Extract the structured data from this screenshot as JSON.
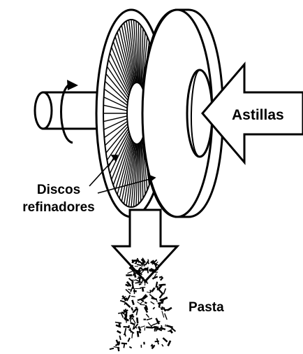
{
  "diagram": {
    "labels": {
      "input": "Astillas",
      "discs_line1": "Discos",
      "discs_line2": "refinadores",
      "output": "Pasta"
    },
    "colors": {
      "stroke": "#000000",
      "fill": "#ffffff"
    }
  }
}
